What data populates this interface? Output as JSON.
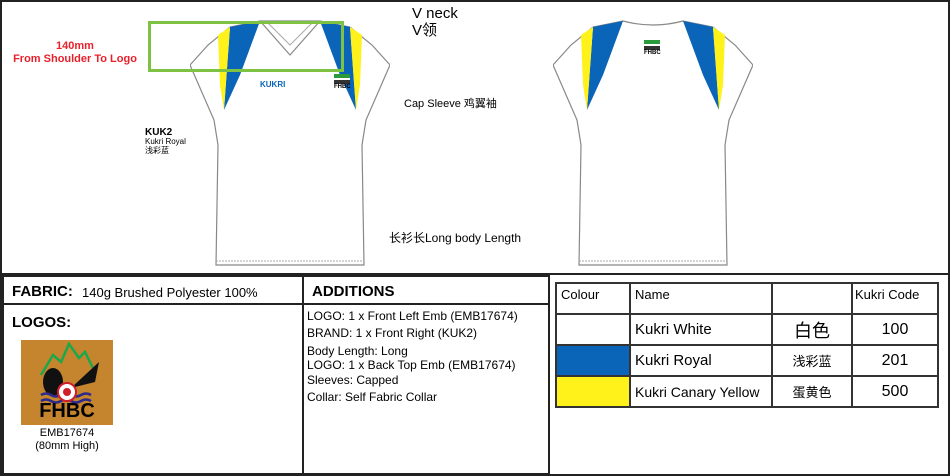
{
  "drawing": {
    "neck_label": "V neck",
    "neck_label_cn": "V领",
    "logo_distance": "140mm",
    "logo_distance_desc": "From Shoulder To Logo",
    "sleeve_label": "Cap Sleeve 鸡翼袖",
    "length_label": "长衫长Long body Length",
    "brand_code": "KUK2",
    "brand_colour": "Kukri Royal",
    "brand_colour_cn": "浅彩蓝",
    "brand_mark": "KUKRI",
    "logo_text": "FHBC"
  },
  "fabric": {
    "label": "FABRIC:",
    "value": "140g Brushed Polyester 100%"
  },
  "logos": {
    "label": "LOGOS:",
    "logo_text": "FHBC",
    "code": "EMB17674",
    "size": "(80mm High)"
  },
  "additions": {
    "title": "ADDITIONS",
    "items": [
      "LOGO: 1 x Front Left Emb (EMB17674)",
      "BRAND: 1 x Front Right (KUK2)",
      "Body Length: Long",
      "LOGO: 1 x Back Top Emb (EMB17674)",
      "Sleeves: Capped",
      "Collar: Self Fabric Collar"
    ]
  },
  "colours": {
    "headers": [
      "Colour",
      "Name",
      "",
      "Kukri Code"
    ],
    "rows": [
      {
        "swatch": "#ffffff",
        "name": "Kukri White",
        "cn": "白色",
        "code": "100"
      },
      {
        "swatch": "#0a64b8",
        "name": "Kukri Royal",
        "cn": "浅彩蓝",
        "code": "201"
      },
      {
        "swatch": "#fff21a",
        "name": "Kukri Canary Yellow",
        "cn": "蛋黄色",
        "code": "500"
      }
    ]
  }
}
